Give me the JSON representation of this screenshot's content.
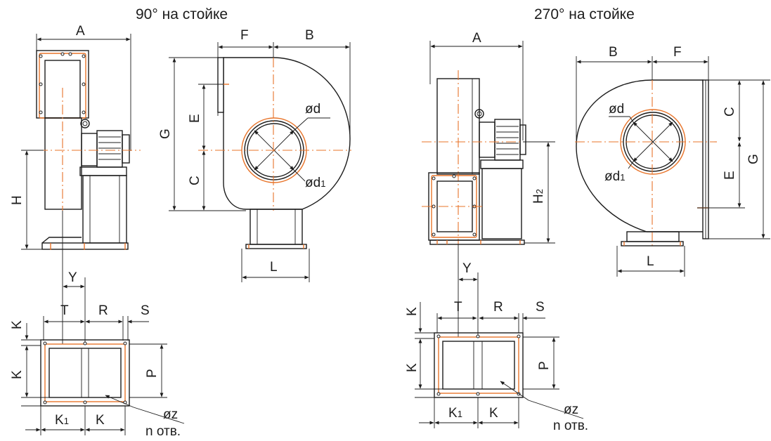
{
  "titles": {
    "left": "90° на стойке",
    "right": "270° на стойке"
  },
  "labels": {
    "A": "A",
    "B": "B",
    "C": "C",
    "E": "E",
    "F": "F",
    "G": "G",
    "H": "H",
    "H2_main": "H",
    "H2_sub": "2",
    "L": "L",
    "Y": "Y",
    "T": "T",
    "R": "R",
    "S": "S",
    "K": "K",
    "K1_main": "K",
    "K1_sub": "1",
    "P": "P",
    "d": "ød",
    "d1_main": "ød",
    "d1_sub": "1",
    "z": "øz",
    "holes": "n отв."
  },
  "colors": {
    "line": "#1c1c1c",
    "accent": "#e8742a"
  }
}
